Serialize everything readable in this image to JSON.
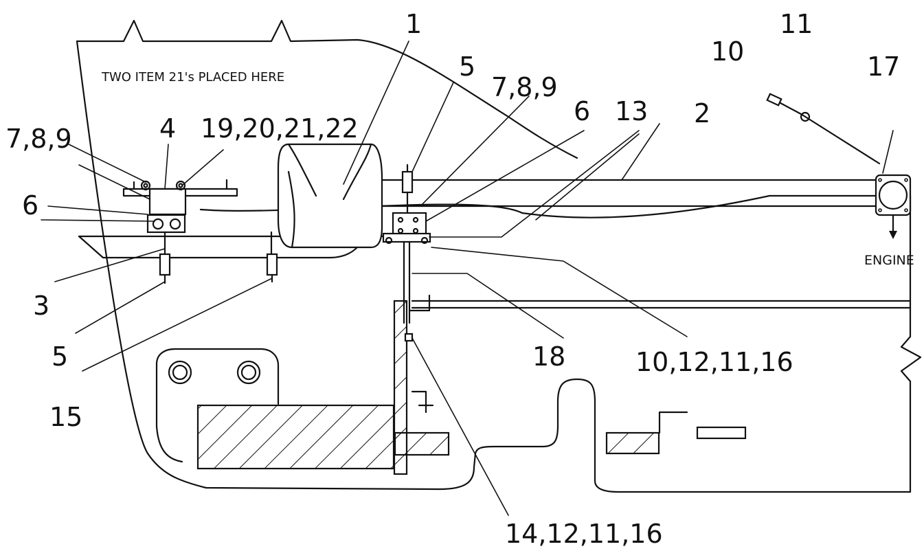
{
  "diagram": {
    "note": "TWO ITEM 21's PLACED HERE",
    "callouts": {
      "c1": "1",
      "c2": "2",
      "c3": "3",
      "c4": "4",
      "c5_top": "5",
      "c5_left": "5",
      "c6_left": "6",
      "c6_mid": "6",
      "c789_left": "7,8,9",
      "c789_mid": "7,8,9",
      "c10": "10",
      "c11": "11",
      "c13": "13",
      "c15": "15",
      "c17": "17",
      "c18": "18",
      "c19_22": "19,20,21,22",
      "c10_12_11_16": "10,12,11,16",
      "c14_12_11_16": "14,12,11,16"
    },
    "engine_label": "ENGINE"
  }
}
